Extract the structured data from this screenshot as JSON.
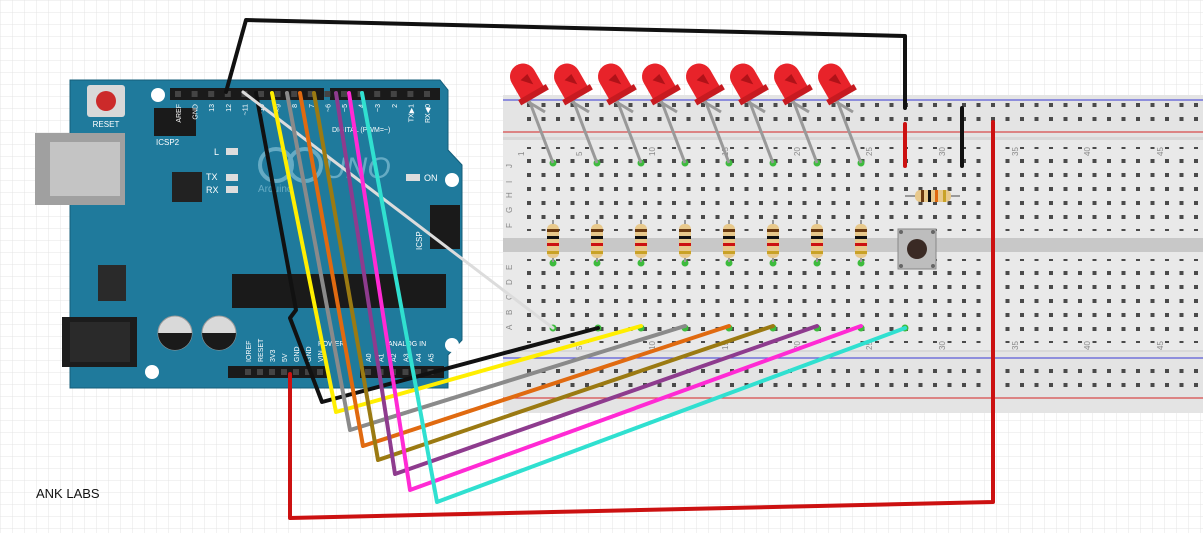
{
  "footer": {
    "brand": "ANK LABS"
  },
  "arduino": {
    "reset_label": "RESET",
    "icsp2_label": "ICSP2",
    "icsp_label": "ICSP",
    "led_l": "L",
    "led_tx": "TX",
    "led_rx": "RX",
    "on_label": "ON",
    "logo_text": "UNO",
    "brand_text": "Arduino",
    "digital_label": "DIGITAL (PWM=~)",
    "power_label": "POWER",
    "analog_label": "ANALOG IN",
    "top_header_labels": [
      "AREF",
      "GND",
      "13",
      "12",
      "~11",
      "~10",
      "~9",
      "8",
      "7",
      "~6",
      "~5",
      "4",
      "~3",
      "2",
      "TX▶1",
      "RX◀0"
    ],
    "bottom_header_labels": [
      "IOREF",
      "RESET",
      "3V3",
      "5V",
      "GND",
      "GND",
      "VIN",
      "A0",
      "A1",
      "A2",
      "A3",
      "A4",
      "A5"
    ]
  },
  "breadboard": {
    "column_numbers": [
      "1",
      "5",
      "10",
      "15",
      "20",
      "25",
      "30",
      "35",
      "40",
      "45"
    ],
    "row_letters_top": [
      "J",
      "I",
      "H",
      "G",
      "F"
    ],
    "row_letters_bottom": [
      "E",
      "D",
      "C",
      "B",
      "A"
    ]
  },
  "colors": {
    "board": "#1f7a9c",
    "wire_gnd": "#111111",
    "wire_5v": "#cc1111",
    "leds": "#e8232a",
    "wire_colors": [
      "#ffee00",
      "#8a8a8a",
      "#e06a10",
      "#9b7a12",
      "#8e3b8e",
      "#ff2ad4",
      "#30e0d0",
      "#dcdcdc"
    ]
  }
}
